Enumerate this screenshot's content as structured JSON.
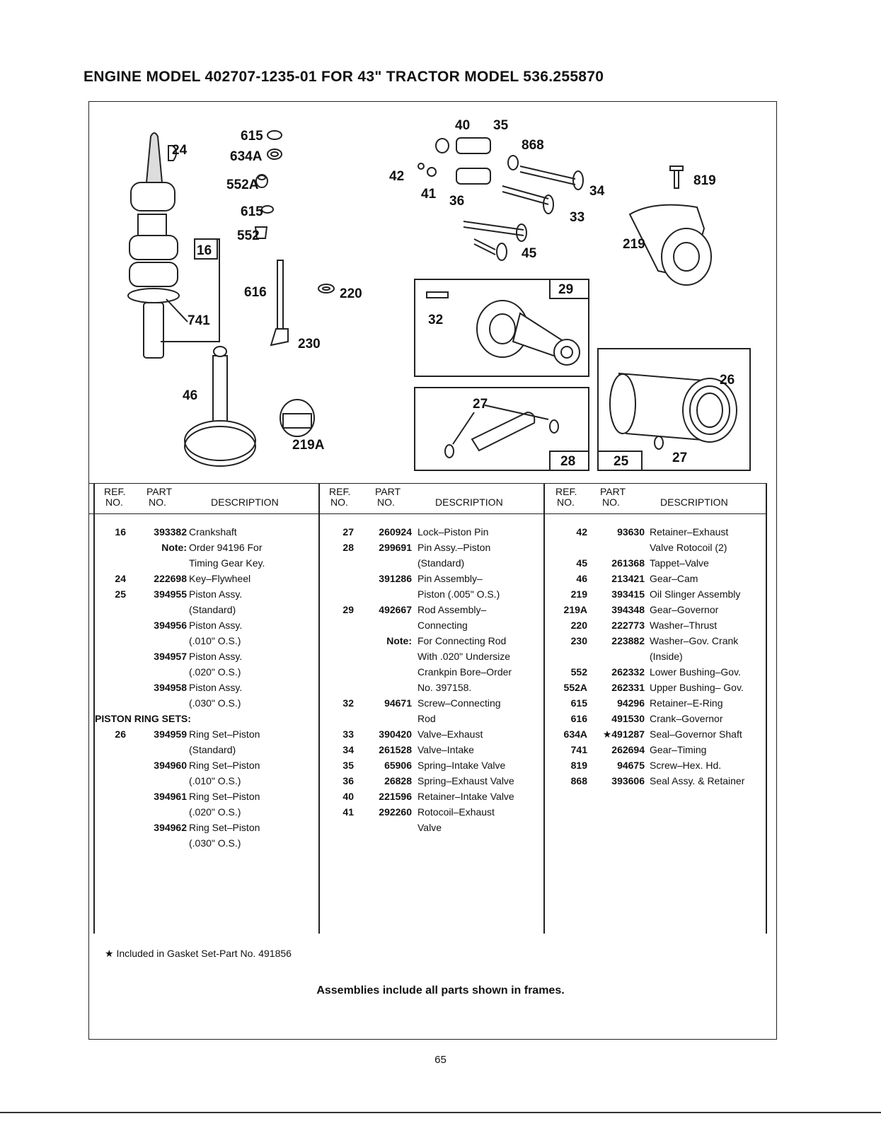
{
  "page": {
    "title": "ENGINE MODEL 402707-1235-01 FOR 43\" TRACTOR MODEL 536.255870",
    "footnote": "★ Included in Gasket Set-Part No. 491856",
    "assemblies_note": "Assemblies include all parts shown in frames.",
    "page_number": "65"
  },
  "diagram": {
    "labels": [
      "24",
      "615",
      "634A",
      "552A",
      "615",
      "552",
      "16",
      "741",
      "616",
      "220",
      "230",
      "46",
      "219A",
      "40",
      "35",
      "868",
      "42",
      "41",
      "36",
      "34",
      "33",
      "45",
      "819",
      "219",
      "29",
      "32",
      "27",
      "28",
      "26",
      "25",
      "27"
    ]
  },
  "table": {
    "headers": {
      "ref_line1": "REF.",
      "ref_line2": "NO.",
      "part_line1": "PART",
      "part_line2": "NO.",
      "desc": "DESCRIPTION"
    },
    "columns": [
      [
        {
          "ref": "16",
          "part": "393382",
          "desc": "Crankshaft"
        },
        {
          "ref": "",
          "part": "Note:",
          "desc": "Order 94196 For"
        },
        {
          "ref": "",
          "part": "",
          "desc": "Timing Gear Key."
        },
        {
          "ref": "24",
          "part": "222698",
          "desc": "Key–Flywheel"
        },
        {
          "ref": "25",
          "part": "394955",
          "desc": "Piston Assy."
        },
        {
          "ref": "",
          "part": "",
          "desc": "(Standard)"
        },
        {
          "ref": "",
          "part": "394956",
          "desc": "Piston Assy."
        },
        {
          "ref": "",
          "part": "",
          "desc": "(.010\" O.S.)"
        },
        {
          "ref": "",
          "part": "394957",
          "desc": "Piston Assy."
        },
        {
          "ref": "",
          "part": "",
          "desc": "(.020\" O.S.)"
        },
        {
          "ref": "",
          "part": "394958",
          "desc": "Piston Assy."
        },
        {
          "ref": "",
          "part": "",
          "desc": "(.030\" O.S.)"
        },
        {
          "section": "PISTON RING SETS:"
        },
        {
          "ref": "26",
          "part": "394959",
          "desc": "Ring Set–Piston"
        },
        {
          "ref": "",
          "part": "",
          "desc": "(Standard)"
        },
        {
          "ref": "",
          "part": "394960",
          "desc": "Ring Set–Piston"
        },
        {
          "ref": "",
          "part": "",
          "desc": "(.010\" O.S.)"
        },
        {
          "ref": "",
          "part": "394961",
          "desc": "Ring Set–Piston"
        },
        {
          "ref": "",
          "part": "",
          "desc": "(.020\" O.S.)"
        },
        {
          "ref": "",
          "part": "394962",
          "desc": "Ring Set–Piston"
        },
        {
          "ref": "",
          "part": "",
          "desc": "(.030\" O.S.)"
        }
      ],
      [
        {
          "ref": "27",
          "part": "260924",
          "desc": "Lock–Piston Pin"
        },
        {
          "ref": "28",
          "part": "299691",
          "desc": "Pin Assy.–Piston"
        },
        {
          "ref": "",
          "part": "",
          "desc": "(Standard)"
        },
        {
          "ref": "",
          "part": "391286",
          "desc": "Pin Assembly–"
        },
        {
          "ref": "",
          "part": "",
          "desc": "Piston (.005\" O.S.)"
        },
        {
          "ref": "29",
          "part": "492667",
          "desc": "Rod Assembly–"
        },
        {
          "ref": "",
          "part": "",
          "desc": "Connecting"
        },
        {
          "ref": "",
          "part": "Note:",
          "desc": "For Connecting Rod"
        },
        {
          "ref": "",
          "part": "",
          "desc": "With .020\" Undersize"
        },
        {
          "ref": "",
          "part": "",
          "desc": "Crankpin Bore–Order"
        },
        {
          "ref": "",
          "part": "",
          "desc": "No. 397158."
        },
        {
          "ref": "32",
          "part": "94671",
          "desc": "Screw–Connecting"
        },
        {
          "ref": "",
          "part": "",
          "desc": "Rod"
        },
        {
          "ref": "33",
          "part": "390420",
          "desc": "Valve–Exhaust"
        },
        {
          "ref": "34",
          "part": "261528",
          "desc": "Valve–Intake"
        },
        {
          "ref": "35",
          "part": "65906",
          "desc": "Spring–Intake Valve"
        },
        {
          "ref": "36",
          "part": "26828",
          "desc": "Spring–Exhaust Valve"
        },
        {
          "ref": "40",
          "part": "221596",
          "desc": "Retainer–Intake Valve"
        },
        {
          "ref": "41",
          "part": "292260",
          "desc": "Rotocoil–Exhaust"
        },
        {
          "ref": "",
          "part": "",
          "desc": "Valve"
        }
      ],
      [
        {
          "ref": "42",
          "part": "93630",
          "desc": "Retainer–Exhaust"
        },
        {
          "ref": "",
          "part": "",
          "desc": "Valve Rotocoil (2)"
        },
        {
          "ref": "45",
          "part": "261368",
          "desc": "Tappet–Valve"
        },
        {
          "ref": "46",
          "part": "213421",
          "desc": "Gear–Cam"
        },
        {
          "ref": "219",
          "part": "393415",
          "desc": "Oil Slinger Assembly"
        },
        {
          "ref": "219A",
          "part": "394348",
          "desc": "Gear–Governor"
        },
        {
          "ref": "220",
          "part": "222773",
          "desc": "Washer–Thrust"
        },
        {
          "ref": "230",
          "part": "223882",
          "desc": "Washer–Gov. Crank"
        },
        {
          "ref": "",
          "part": "",
          "desc": "(Inside)"
        },
        {
          "ref": "552",
          "part": "262332",
          "desc": "Lower Bushing–Gov."
        },
        {
          "ref": "552A",
          "part": "262331",
          "desc": "Upper Bushing– Gov."
        },
        {
          "ref": "615",
          "part": "94296",
          "desc": "Retainer–E-Ring"
        },
        {
          "ref": "616",
          "part": "491530",
          "desc": "Crank–Governor"
        },
        {
          "ref": "634A",
          "part": "★491287",
          "desc": "Seal–Governor Shaft"
        },
        {
          "ref": "741",
          "part": "262694",
          "desc": "Gear–Timing"
        },
        {
          "ref": "819",
          "part": "94675",
          "desc": "Screw–Hex. Hd."
        },
        {
          "ref": "868",
          "part": "393606",
          "desc": "Seal Assy. & Retainer"
        }
      ]
    ]
  }
}
